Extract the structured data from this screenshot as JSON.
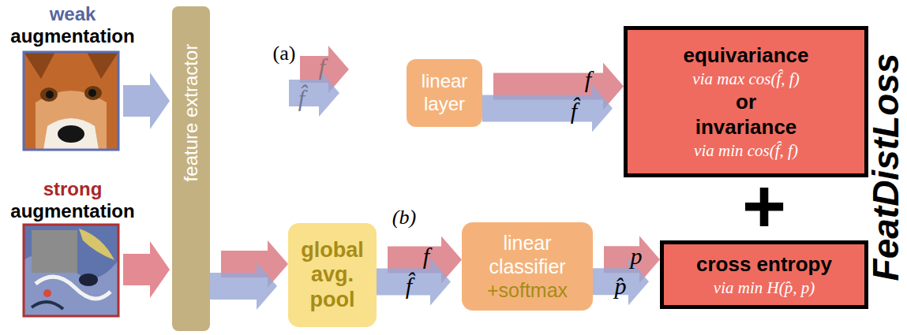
{
  "diagram": {
    "nodes": [
      {
        "text": [
          "feature extractor"
        ]
      },
      {
        "text": [
          "linear layer"
        ]
      },
      {
        "text": [
          "equivariance",
          "via max cos(f̂, f)",
          "or",
          "invariance",
          "via min cos(f̂, f)"
        ]
      },
      {
        "text": [
          "global avg. pool"
        ]
      },
      {
        "text": [
          "linear classifier",
          "+softmax"
        ]
      },
      {
        "text": [
          "cross entropy",
          "via min H(p̂, p)"
        ]
      }
    ],
    "edges": [
      {
        "from": 0,
        "to": 3,
        "arrow": "to"
      },
      {
        "from": 3,
        "to": 4,
        "arrow": "to"
      },
      {
        "from": 4,
        "to": 5,
        "arrow": "to"
      },
      {
        "from": 1,
        "to": 2,
        "arrow": "to"
      }
    ],
    "labels": [
      "weak",
      "augmentation",
      "strong",
      "augmentation",
      "(a)",
      "f",
      "f̂",
      "f",
      "f̂",
      "(b)",
      "f",
      "f̂",
      "p",
      "p̂",
      "+",
      "FeatDistLoss"
    ]
  }
}
